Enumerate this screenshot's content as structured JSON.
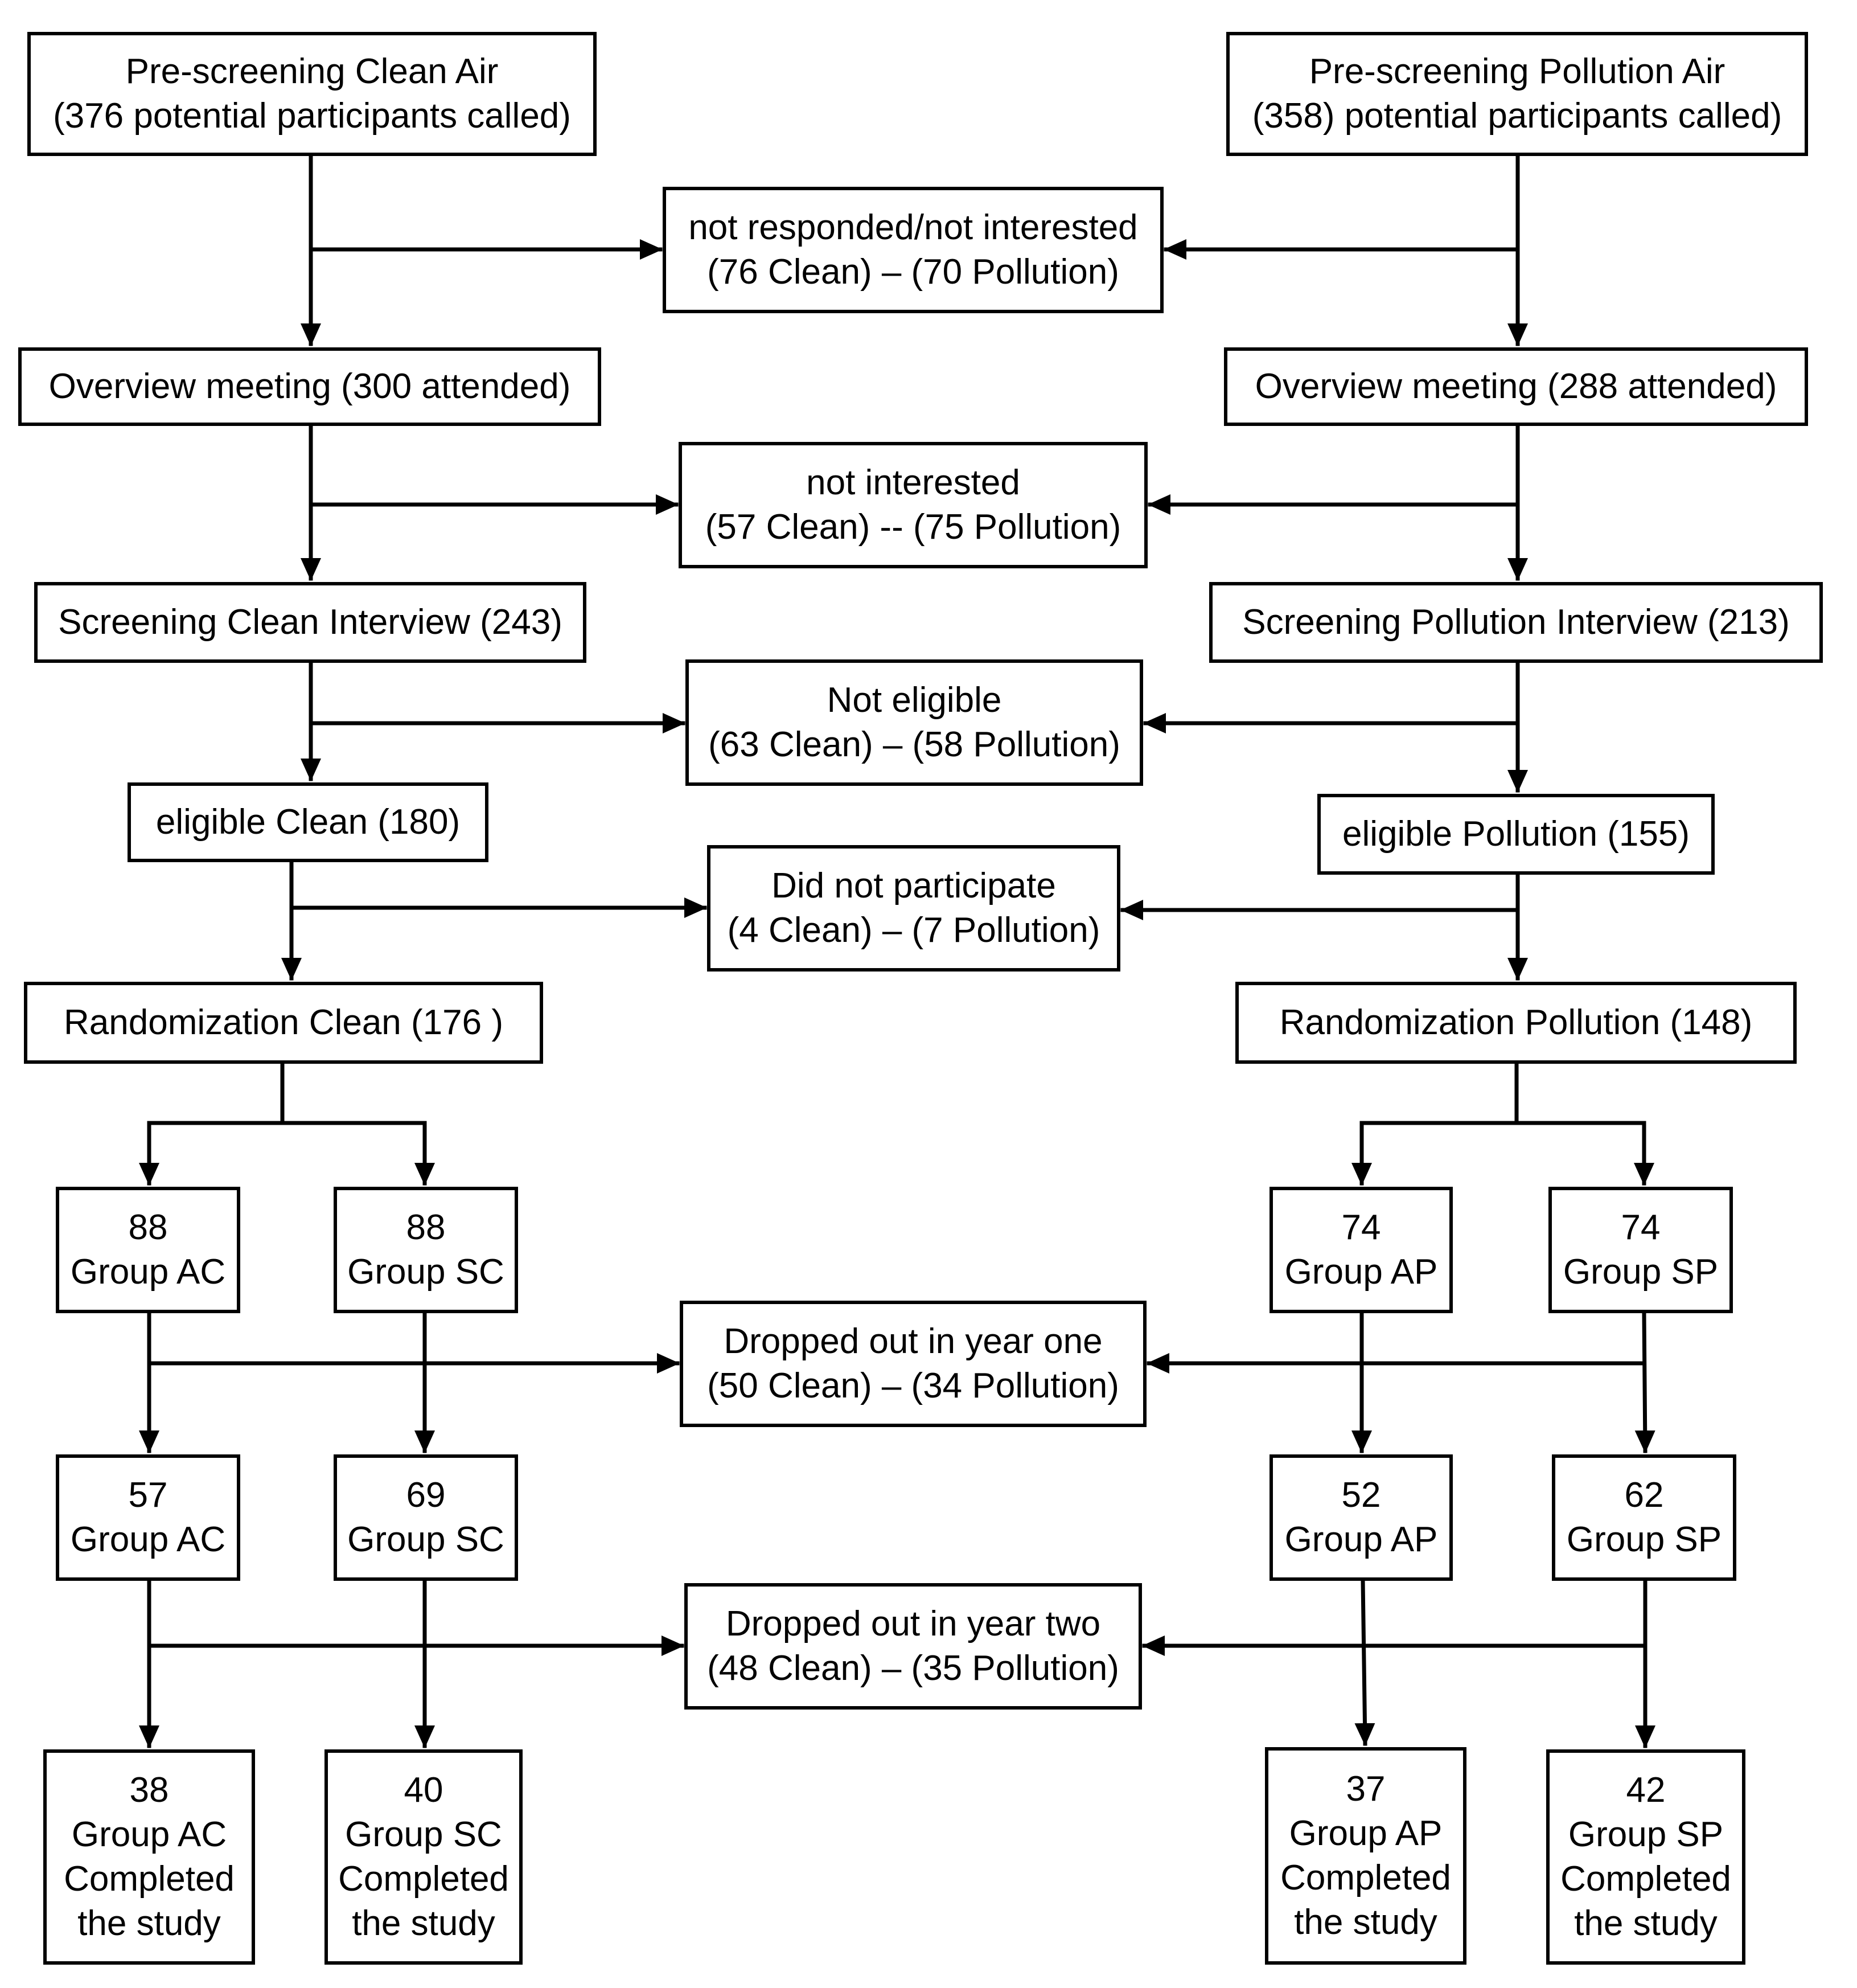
{
  "flowchart": {
    "prescreen_clean": [
      "Pre-screening Clean Air",
      "(376 potential  participants called)"
    ],
    "prescreen_pollution": [
      "Pre-screening Pollution Air",
      "(358) potential  participants called)"
    ],
    "not_responded": [
      "not responded/not  interested",
      "(76 Clean) – (70 Pollution)"
    ],
    "overview_clean": [
      "Overview  meeting  (300 attended)"
    ],
    "overview_pollution": [
      "Overview  meeting  (288 attended)"
    ],
    "not_interested": [
      "not interested",
      "(57 Clean) -- (75 Pollution)"
    ],
    "screening_clean": [
      "Screening Clean  Interview  (243)"
    ],
    "screening_pollution": [
      "Screening Pollution  Interview  (213)"
    ],
    "not_eligible": [
      "Not  eligible",
      "(63 Clean) – (58 Pollution)"
    ],
    "eligible_clean": [
      "eligible  Clean  (180)"
    ],
    "eligible_pollution": [
      "eligible  Pollution  (155)"
    ],
    "did_not_participate": [
      "Did not participate",
      "(4 Clean) – (7 Pollution)"
    ],
    "randomization_clean": [
      "Randomization  Clean  (176 )"
    ],
    "randomization_pollution": [
      "Randomization  Pollution  (148)"
    ],
    "ac_1": [
      "88",
      "Group AC"
    ],
    "sc_1": [
      "88",
      "Group SC"
    ],
    "ap_1": [
      "74",
      "Group AP"
    ],
    "sp_1": [
      "74",
      "Group SP"
    ],
    "dropped_year_one": [
      "Dropped out in year one",
      "(50 Clean) – (34 Pollution)"
    ],
    "ac_2": [
      "57",
      "Group AC"
    ],
    "sc_2": [
      "69",
      "Group SC"
    ],
    "ap_2": [
      "52",
      "Group AP"
    ],
    "sp_2": [
      "62",
      "Group SP"
    ],
    "dropped_year_two": [
      "Dropped out in year two",
      "(48 Clean) – (35 Pollution)"
    ],
    "ac_3": [
      "38",
      "Group AC",
      "Completed",
      "the study"
    ],
    "sc_3": [
      "40",
      "Group SC",
      "Completed",
      "the study"
    ],
    "ap_3": [
      "37",
      "Group AP",
      "Completed",
      "the study"
    ],
    "sp_3": [
      "42",
      "Group SP",
      "Completed",
      "the study"
    ]
  }
}
